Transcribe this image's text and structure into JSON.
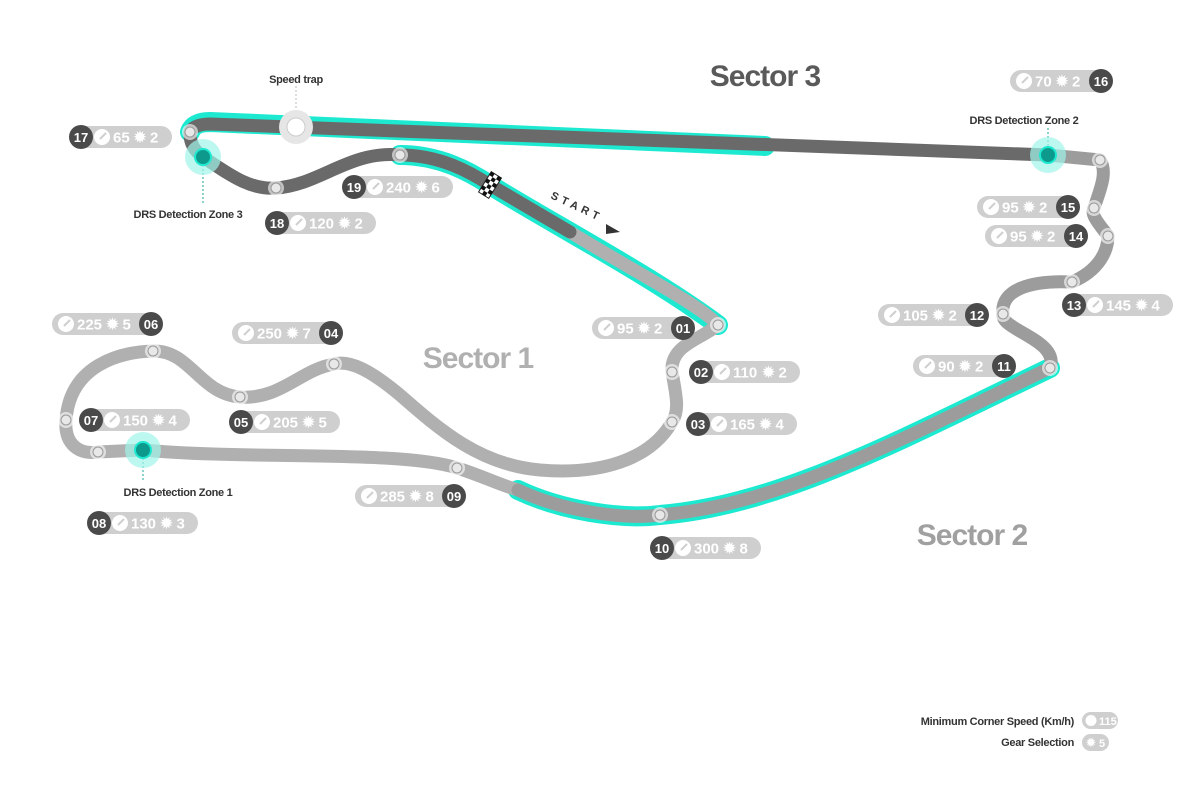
{
  "sectors": {
    "s1": "Sector 1",
    "s2": "Sector 2",
    "s3": "Sector 3"
  },
  "annotations": {
    "speed_trap": "Speed trap",
    "drs1": "DRS Detection Zone 1",
    "drs2": "DRS Detection Zone 2",
    "drs3": "DRS Detection Zone 3",
    "start": "START"
  },
  "colors": {
    "drs_highlight": "#1de9d0",
    "sector1": "#b0b0b0",
    "sector2": "#a4a4a4",
    "sector3": "#6a6a6a",
    "turn_badge": "#4a4a4a",
    "pill": "#cfcfcf"
  },
  "corners": [
    {
      "turn": "01",
      "speed": "95",
      "gear": "2"
    },
    {
      "turn": "02",
      "speed": "110",
      "gear": "2"
    },
    {
      "turn": "03",
      "speed": "165",
      "gear": "4"
    },
    {
      "turn": "04",
      "speed": "250",
      "gear": "7"
    },
    {
      "turn": "05",
      "speed": "205",
      "gear": "5"
    },
    {
      "turn": "06",
      "speed": "225",
      "gear": "5"
    },
    {
      "turn": "07",
      "speed": "150",
      "gear": "4"
    },
    {
      "turn": "08",
      "speed": "130",
      "gear": "3"
    },
    {
      "turn": "09",
      "speed": "285",
      "gear": "8"
    },
    {
      "turn": "10",
      "speed": "300",
      "gear": "8"
    },
    {
      "turn": "11",
      "speed": "90",
      "gear": "2"
    },
    {
      "turn": "12",
      "speed": "105",
      "gear": "2"
    },
    {
      "turn": "13",
      "speed": "145",
      "gear": "4"
    },
    {
      "turn": "14",
      "speed": "95",
      "gear": "2"
    },
    {
      "turn": "15",
      "speed": "95",
      "gear": "2"
    },
    {
      "turn": "16",
      "speed": "70",
      "gear": "2"
    },
    {
      "turn": "17",
      "speed": "65",
      "gear": "2"
    },
    {
      "turn": "18",
      "speed": "120",
      "gear": "2"
    },
    {
      "turn": "19",
      "speed": "240",
      "gear": "6"
    }
  ],
  "legend": {
    "speed_label": "Minimum Corner Speed (Km/h)",
    "speed_example": "115",
    "gear_label": "Gear Selection",
    "gear_example": "5"
  }
}
